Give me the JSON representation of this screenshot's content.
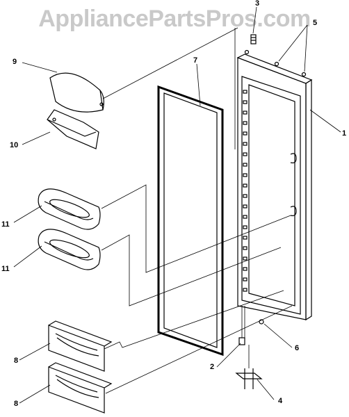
{
  "watermark": "AppliancePartsPros.com",
  "callouts": {
    "c1": "1",
    "c2": "2",
    "c3": "3",
    "c4": "4",
    "c5": "5",
    "c6": "6",
    "c7": "7",
    "c8a": "8",
    "c8b": "8",
    "c9": "9",
    "c10": "10",
    "c11a": "11",
    "c11b": "11"
  }
}
